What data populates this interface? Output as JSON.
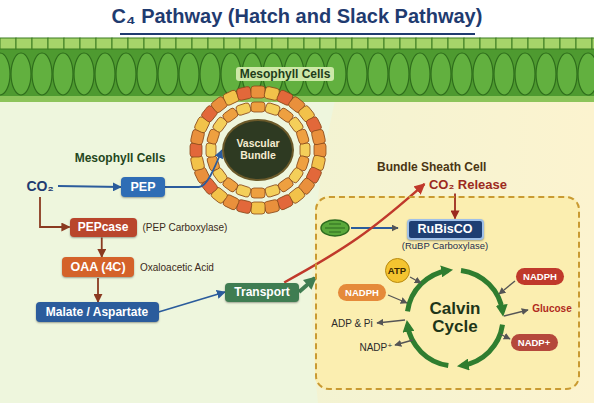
{
  "diagram": {
    "title": "C₄ Pathway (Hatch and Slack Pathway)",
    "nodes": [
      {
        "text": [
          "CO₂"
        ]
      },
      {
        "text": [
          "PEP"
        ]
      },
      {
        "text": [
          "Vascular Bundle"
        ]
      },
      {
        "text": [
          "PEPcase",
          "(PEP Carboxylase)"
        ]
      },
      {
        "text": [
          "OAA (4C)",
          "Oxaloacetic Acid"
        ]
      },
      {
        "text": [
          "Malate / Aspartate"
        ]
      },
      {
        "text": [
          "Transport"
        ]
      },
      {
        "text": [
          "CO₂ Release"
        ]
      },
      {
        "text": [
          "Bundle Sheath Cell"
        ]
      },
      {
        "text": [
          "RuBisCO",
          "(RuBP Carboxylase)"
        ],
        "in": 8
      },
      {
        "text": [
          "ATP"
        ],
        "in": 8
      },
      {
        "text": [
          "NADPH"
        ],
        "in": 8
      },
      {
        "text": [
          "Calvin Cycle"
        ],
        "in": 8
      },
      {
        "text": [
          "NADPH"
        ],
        "in": 8
      },
      {
        "text": [
          "NADP+"
        ],
        "in": 8
      }
    ],
    "edges": [
      {
        "from": 0,
        "to": 1,
        "arrow": "to"
      },
      {
        "from": 0,
        "to": 3,
        "arrow": "to"
      },
      {
        "from": 1,
        "to": 2,
        "arrow": "to"
      },
      {
        "from": 3,
        "to": 4,
        "arrow": "to"
      },
      {
        "from": 4,
        "to": 5,
        "arrow": "to"
      },
      {
        "from": 5,
        "to": 6,
        "arrow": "to"
      },
      {
        "from": 6,
        "to": 7,
        "arrow": "to"
      },
      {
        "from": 7,
        "to": 9,
        "arrow": "to"
      },
      {
        "from": 6,
        "to": 8,
        "arrow": "to"
      }
    ],
    "labels": [
      "Mesophyll Cells",
      "Mesophyll Cells",
      "Glucose",
      "ADP & Pi",
      "NADP⁺"
    ]
  }
}
